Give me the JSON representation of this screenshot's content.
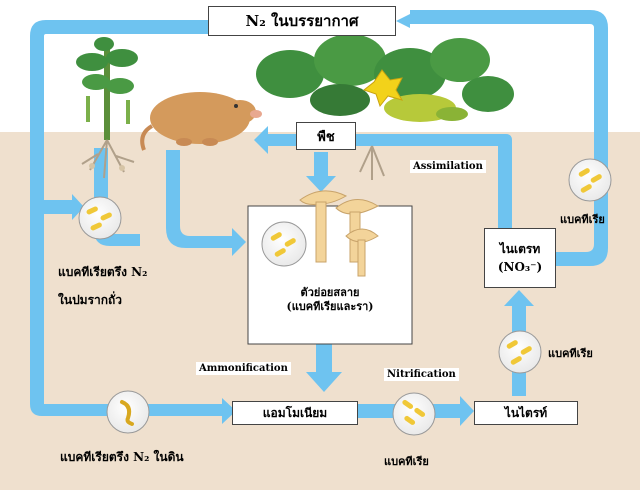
{
  "atmosphere": {
    "text": "N₂ ในบรรยากาศ"
  },
  "plant": {
    "text": "พืช"
  },
  "decomposer": {
    "line1": "ตัวย่อยสลาย",
    "line2": "(แบคทีเรียและรา)"
  },
  "ammonium": {
    "text": "แอมโมเนียม"
  },
  "nitrite": {
    "text": "ไนไตรท์"
  },
  "nitrate": {
    "line1": "ไนเตรท",
    "line2": "(NO₃⁻)"
  },
  "processes": {
    "assimilation": "Assimilation",
    "ammonification": "Ammonification",
    "nitrification": "Nitrification"
  },
  "bacteria_labels": {
    "root_fixers_line1": "แบคทีเรียตรึง N₂",
    "root_fixers_line2": "ในปมรากถั่ว",
    "soil_fixers": "แบคทีเรียตรึง N₂ ในดิน",
    "nitrifying_bottom": "แบคทีเรีย",
    "nitrifying_right": "แบคทีเรีย",
    "denitrifying": "แบคทีเรีย"
  },
  "colors": {
    "arrow": "#6ec3f0",
    "soil": "#efe0ce",
    "sky": "#ffffff",
    "bacteria": "#f0c838",
    "mushroom": "#f3d49a",
    "mole": "#d49a5c",
    "leaf": "#3f8f3f",
    "flower": "#f2d21a"
  }
}
